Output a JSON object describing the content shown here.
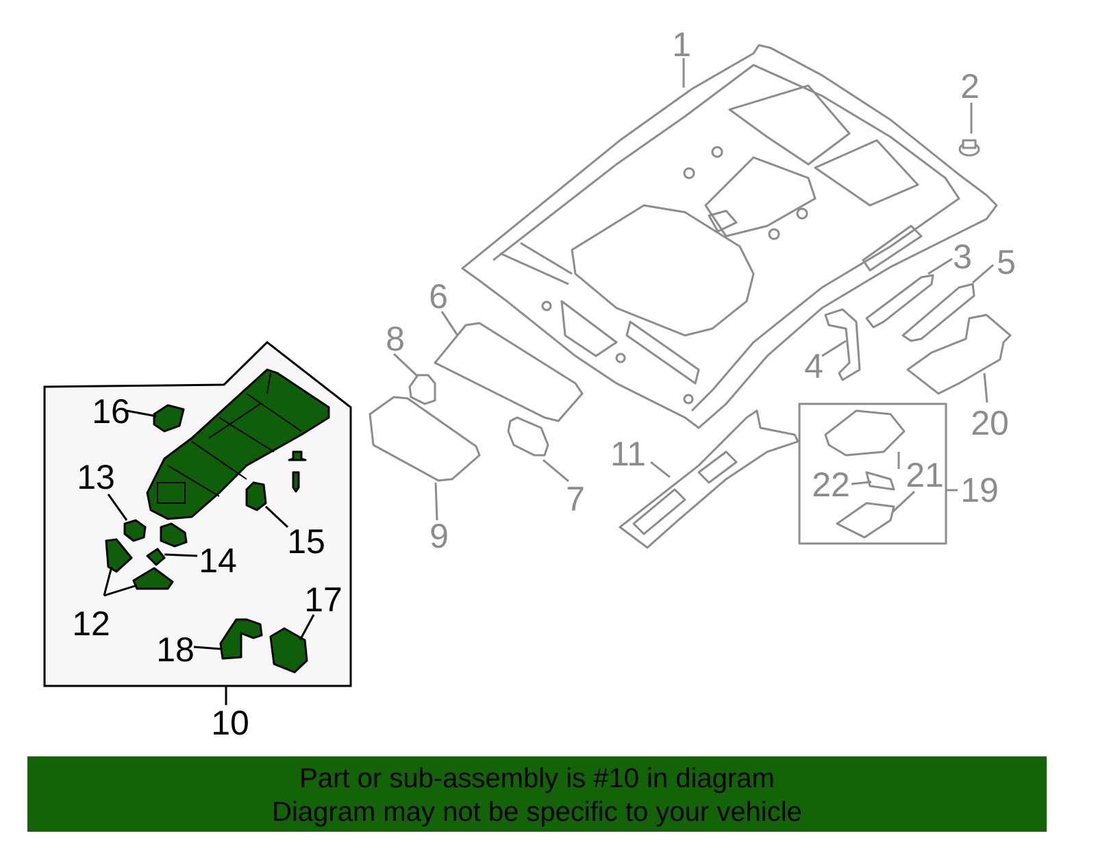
{
  "diagram": {
    "highlight_color": "#0f5e0a",
    "line_color": "#8c8c8c",
    "callouts": {
      "c1": "1",
      "c2": "2",
      "c3": "3",
      "c4": "4",
      "c5": "5",
      "c6": "6",
      "c7": "7",
      "c8": "8",
      "c9": "9",
      "c10": "10",
      "c11": "11",
      "c12": "12",
      "c13": "13",
      "c14": "14",
      "c15": "15",
      "c16": "16",
      "c17": "17",
      "c18": "18",
      "c19": "19",
      "c20": "20",
      "c21": "21",
      "c22": "22"
    }
  },
  "banner": {
    "color": "#136406",
    "line1": "Part or sub-assembly is #10 in diagram",
    "line2": "Diagram may not be specific to your vehicle"
  }
}
